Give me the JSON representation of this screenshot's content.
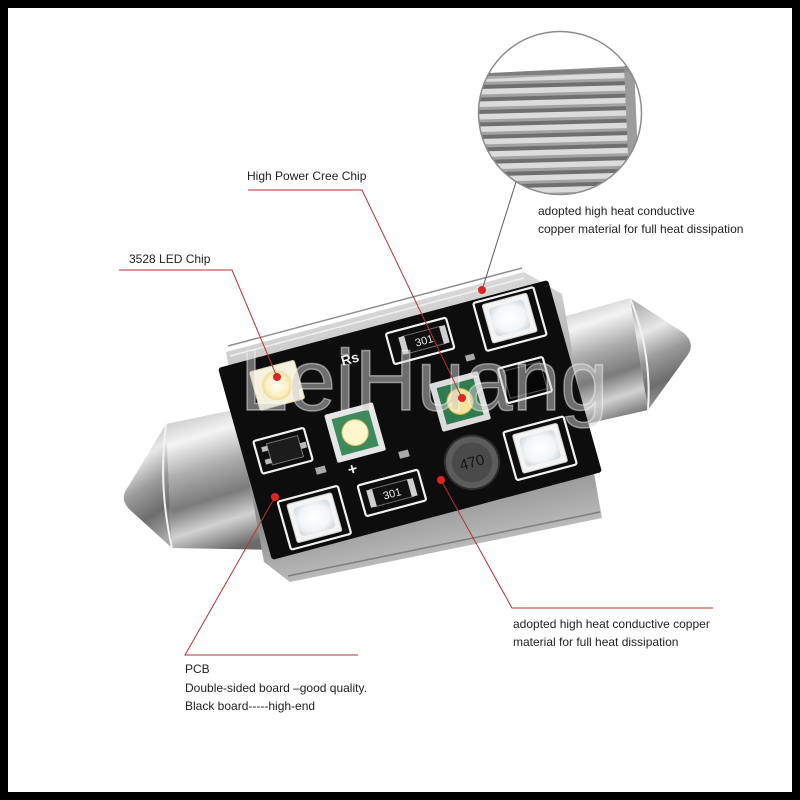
{
  "watermark": "LeiHuang",
  "callouts": {
    "heatsink_inset": {
      "line1": "adopted high heat conductive",
      "line2": "copper material for full heat dissipation"
    },
    "cree_chip": {
      "label": "High Power Cree Chip"
    },
    "led_chip": {
      "label": "3528 LED Chip"
    },
    "copper_base": {
      "line1": "adopted high heat conductive copper",
      "line2": "material for full heat dissipation"
    },
    "pcb": {
      "title": "PCB",
      "line1": "Double-sided board –good quality.",
      "line2": "Black board-----high-end"
    }
  },
  "board_markings": {
    "rs": "Rs",
    "resistor_top": "301",
    "resistor_bottom": "301",
    "inductor": "470",
    "polarity": "+"
  },
  "colors": {
    "frame": "#000000",
    "leader_line": "#b83232",
    "leader_dot": "#e02424",
    "inset_leader": "#5a5a5a",
    "pcb": "#0d0d0d",
    "label_text": "#222222"
  }
}
